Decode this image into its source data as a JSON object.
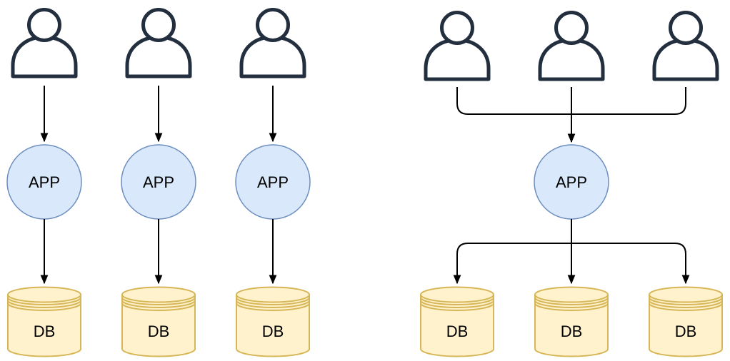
{
  "colors": {
    "background": "#ffffff",
    "user_stroke": "#232f3e",
    "app_fill": "#dae8fc",
    "app_stroke": "#6c8ebf",
    "db_fill": "#fff2cc",
    "db_stroke": "#d6b656",
    "arrow": "#000000"
  },
  "left": {
    "columns": [
      {
        "app_label": "APP",
        "db_label": "DB"
      },
      {
        "app_label": "APP",
        "db_label": "DB"
      },
      {
        "app_label": "APP",
        "db_label": "DB"
      }
    ]
  },
  "right": {
    "app_label": "APP",
    "db_labels": [
      "DB",
      "DB",
      "DB"
    ]
  }
}
